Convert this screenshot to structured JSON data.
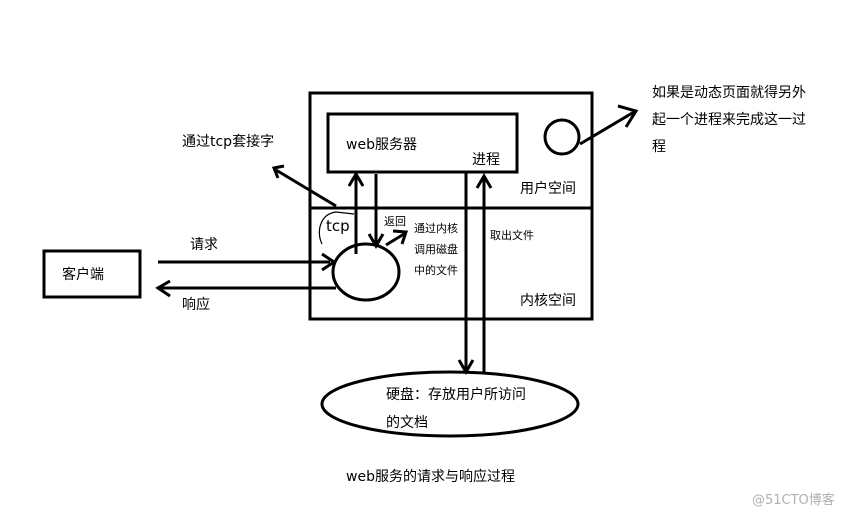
{
  "diagram": {
    "client_label": "客户端",
    "request_label": "请求",
    "response_label": "响应",
    "tcp_socket_label": "通过tcp套接字",
    "web_server_label": "web服务器",
    "process_label": "进程",
    "user_space_label": "用户空间",
    "kernel_space_label": "内核空间",
    "tcp_label": "tcp",
    "return_label": "返回",
    "kernel_call_lines": [
      "通过内核",
      "调用磁盘",
      "中的文件"
    ],
    "fetch_file_label": "取出文件",
    "disk_lines": [
      "硬盘：存放用户所访问",
      "的文档"
    ],
    "extra_process_lines": [
      "如果是动态页面就得另外",
      "起一个进程来完成这一过",
      "程"
    ],
    "caption": "web服务的请求与响应过程",
    "watermark": "@51CTO博客"
  },
  "colors": {
    "ink": "#000000",
    "watermark": "#b0b0b0",
    "background": "#ffffff"
  }
}
